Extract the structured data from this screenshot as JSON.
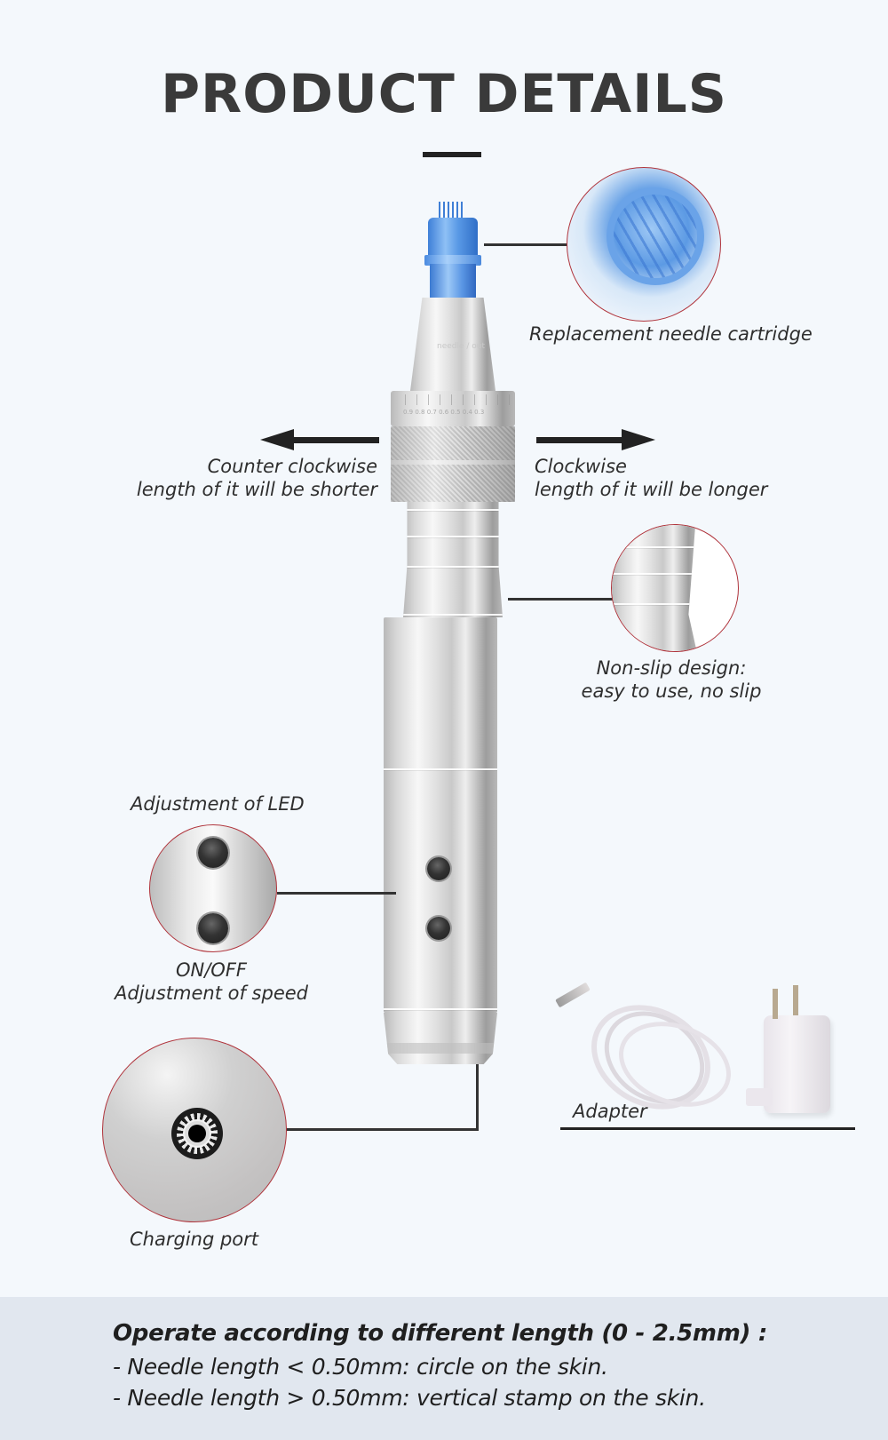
{
  "title": "PRODUCT DETAILS",
  "callouts": {
    "cartridge": "Replacement needle cartridge",
    "counter_clockwise": {
      "line1": "Counter clockwise",
      "line2": "length of it will be shorter"
    },
    "clockwise": {
      "line1": "Clockwise",
      "line2": "length of it will be longer"
    },
    "non_slip": {
      "line1": "Non-slip design:",
      "line2": "easy to use, no slip"
    },
    "led": "Adjustment of LED",
    "onoff": {
      "line1": "ON/OFF",
      "line2": "Adjustment of speed"
    },
    "charging": "Charging port",
    "adapter": "Adapter"
  },
  "pen": {
    "engraving": "needle / out",
    "dial_scale": "0.9 0.8 0.7 0.6 0.5 0.4 0.3"
  },
  "instructions": {
    "heading": "Operate according to different length (0 - 2.5mm) :",
    "items": [
      "- Needle length < 0.50mm: circle on the skin.",
      "- Needle length > 0.50mm: vertical stamp on the skin."
    ]
  },
  "colors": {
    "background": "#f4f8fc",
    "bottom_band": "#e1e7ef",
    "circle_border": "#b0343c",
    "cartridge_blue": "#4a8ee0",
    "text": "#2e2e2e"
  }
}
